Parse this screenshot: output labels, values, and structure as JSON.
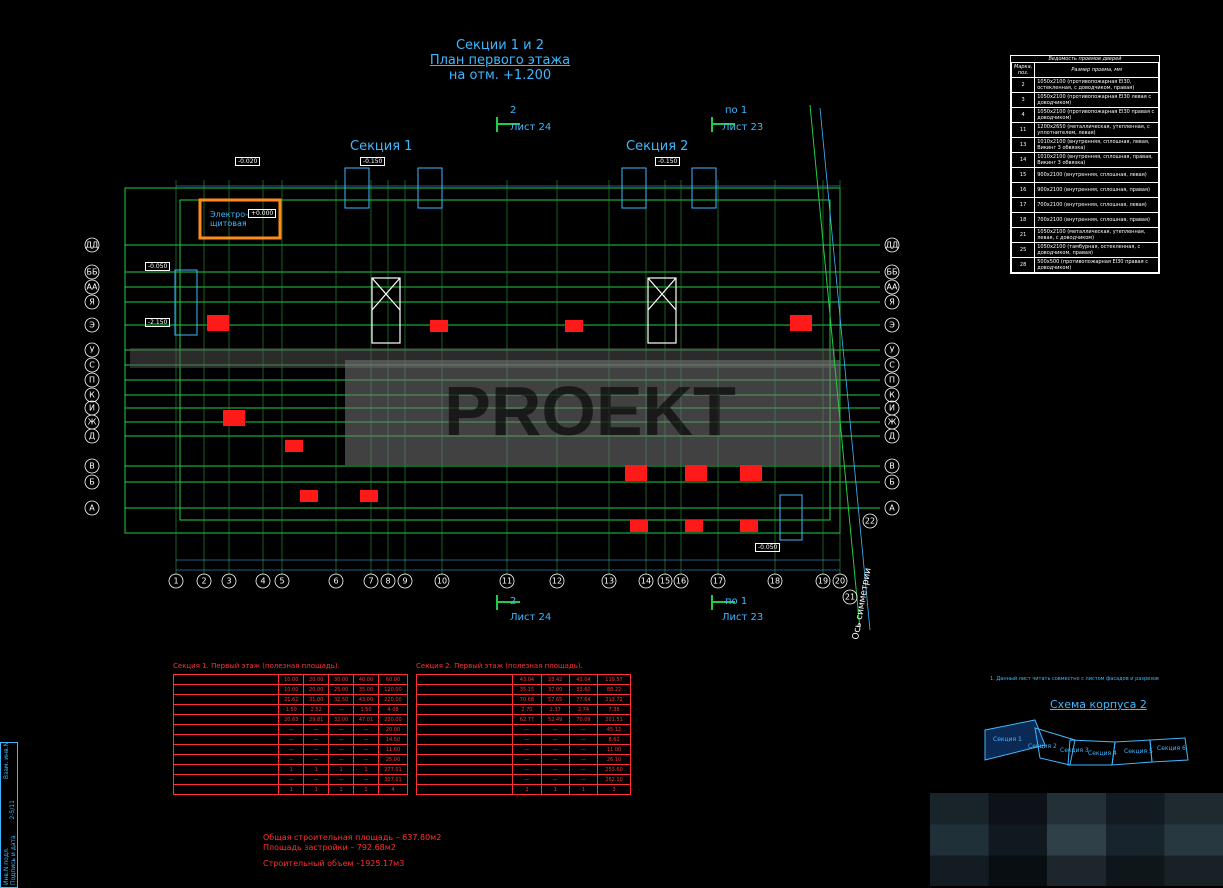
{
  "header": {
    "line1": "Секции 1 и 2",
    "line2": "План первого этажа",
    "line3": "на отм. +1.200"
  },
  "section_labels": [
    "Секция 1",
    "Секция 2"
  ],
  "cut_marks": {
    "top_left_num": "2",
    "top_left_sheet": "Лист 24",
    "top_right_num": "по 1",
    "top_right_sheet": "Лист 23",
    "bottom_left_num": "2",
    "bottom_left_sheet": "Лист 24",
    "bottom_right_num": "по 1",
    "bottom_right_sheet": "Лист 23"
  },
  "elevations": [
    "-0.020",
    "-0.150",
    "-0.150",
    "-0.050",
    "-2.150",
    "+0.000",
    "-0.050"
  ],
  "room_label": "Электро-\nщитовая",
  "axes_bottom": [
    "1",
    "2",
    "3",
    "4",
    "5",
    "6",
    "7",
    "8",
    "9",
    "10",
    "11",
    "12",
    "13",
    "14",
    "15",
    "16",
    "17",
    "18",
    "19",
    "20",
    "21",
    "22"
  ],
  "axes_left": [
    "ДД",
    "ББ",
    "АА",
    "Я",
    "Э",
    "У",
    "С",
    "П",
    "К",
    "И",
    "Ж",
    "Д",
    "В",
    "Б",
    "А"
  ],
  "axis_symmetry": "Ось симметрии",
  "watermark": "PROEKT",
  "doors_table": {
    "title": "Ведомость проемов дверей",
    "col_mark": "Марка, поз.",
    "col_size": "Размер проема, мм",
    "rows": [
      {
        "mark": "2",
        "size": "1050х2100 (противопожарная EI30, остекленная, с доводчиком, правая)"
      },
      {
        "mark": "3",
        "size": "1050х2100 (противопожарная EI30 левая с доводчиком)"
      },
      {
        "mark": "4",
        "size": "1050х2100 (противопожарная EI30 правая с доводчиком)"
      },
      {
        "mark": "11",
        "size": "1200х2650 (металлическая, утепленная, с уплотнителем, левая)"
      },
      {
        "mark": "13",
        "size": "1010х2100 (внутренняя, сплошная, левая, Викинг 3 обвязка)"
      },
      {
        "mark": "14",
        "size": "1010х2100 (внутренняя, сплошная, правая, Викинг 3 обвязка)"
      },
      {
        "mark": "15",
        "size": "900х2100 (внутренняя, сплошная, левая)"
      },
      {
        "mark": "16",
        "size": "900х2100 (внутренняя, сплошная, правая)"
      },
      {
        "mark": "17",
        "size": "700х2100 (внутренняя, сплошная, левая)"
      },
      {
        "mark": "18",
        "size": "700х2100 (внутренняя, сплошная, правая)"
      },
      {
        "mark": "21",
        "size": "1050х2100 (металлическая, утепленная, левая, с доводчиком)"
      },
      {
        "mark": "25",
        "size": "1050х2100 (тамбурная, остекленная, с доводчиком, правая)"
      },
      {
        "mark": "28",
        "size": "500х500 (противопожарная EI30 правая с доводчиком)"
      }
    ]
  },
  "area_tables": [
    {
      "title": "Секция 1. Первый этаж (полезная площадь).",
      "rows": [
        [
          "",
          "10.00",
          "20.00",
          "30.00",
          "40.00",
          "60.00"
        ],
        [
          "",
          "10.00",
          "20.00",
          "25.00",
          "35.00",
          "120.00"
        ],
        [
          "",
          "21.62",
          "31.00",
          "32.50",
          "43.00",
          "220.00"
        ],
        [
          "",
          "1.50",
          "2.52",
          "—",
          "1.50",
          "4.08"
        ],
        [
          "",
          "20.63",
          "29.81",
          "32.00",
          "47.01",
          "230.00"
        ],
        [
          "",
          "—",
          "—",
          "—",
          "—",
          "20.00"
        ],
        [
          "",
          "—",
          "—",
          "—",
          "—",
          "14.50"
        ],
        [
          "",
          "—",
          "—",
          "—",
          "—",
          "11.60"
        ],
        [
          "",
          "—",
          "—",
          "—",
          "—",
          "25.00"
        ],
        [
          "",
          "1",
          "1",
          "1",
          "1",
          "277.01"
        ],
        [
          "",
          "—",
          "—",
          "—",
          "—",
          "307.01"
        ],
        [
          "",
          "1",
          "1",
          "1",
          "1",
          "4"
        ]
      ]
    },
    {
      "title": "Секция 2. Первый этаж (полезная площадь).",
      "rows": [
        [
          "",
          "43.04",
          "23.42",
          "43.04",
          "119.57"
        ],
        [
          "",
          "35.15",
          "37.00",
          "33.60",
          "88.22"
        ],
        [
          "",
          "70.68",
          "57.65",
          "77.64",
          "213.72"
        ],
        [
          "",
          "2.70",
          "2.37",
          "2.74",
          "7.38"
        ],
        [
          "",
          "62.77",
          "52.49",
          "70.09",
          "201.51"
        ],
        [
          "",
          "—",
          "—",
          "—",
          "45.12"
        ],
        [
          "",
          "—",
          "—",
          "—",
          "8.62"
        ],
        [
          "",
          "—",
          "—",
          "—",
          "11.00"
        ],
        [
          "",
          "—",
          "—",
          "—",
          "26.10"
        ],
        [
          "",
          "—",
          "—",
          "—",
          "253.60"
        ],
        [
          "",
          "—",
          "—",
          "—",
          "262.10"
        ],
        [
          "",
          "2",
          "1",
          "1",
          "3"
        ]
      ]
    }
  ],
  "totals": {
    "build_area": "Общая строительная площадь – 637.80м2",
    "footprint": "Площадь застройки – 792.68м2",
    "volume": "Строительный объем –1925.17м3"
  },
  "note": "1. Данный лист читать совместно с листом фасадов и разрезов",
  "scheme": {
    "title": "Схема корпуса 2",
    "labels": [
      "Секция 1",
      "Секция 2",
      "Секция 3",
      "Секция 4",
      "Секция 5",
      "Секция 6"
    ]
  },
  "stamp_fields": [
    "Инв.N подл.",
    "Подпись и дата",
    "Взам. инв.N",
    "2-5/11"
  ],
  "colors": {
    "accent": "#3fb7ff",
    "red": "#ff3030",
    "green": "#22cc44",
    "bg": "#000000"
  }
}
